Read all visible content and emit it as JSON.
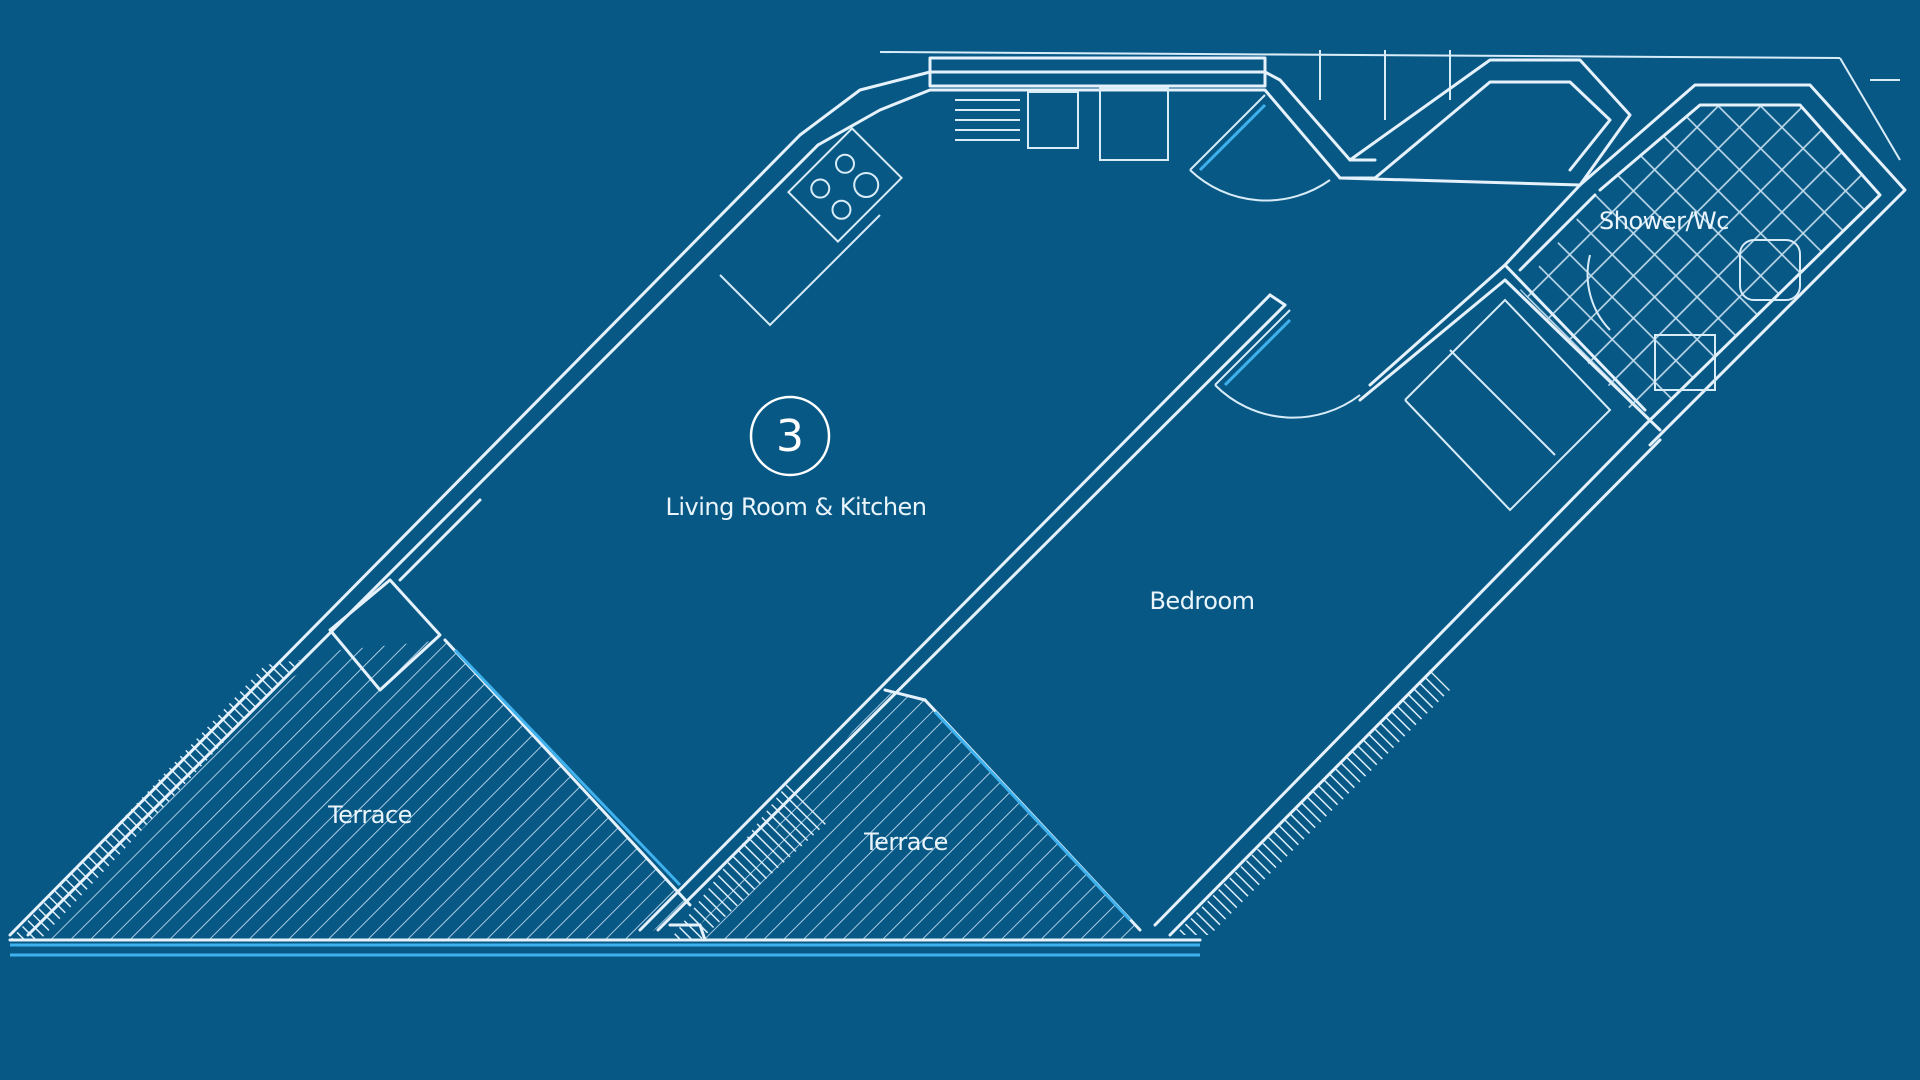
{
  "colors": {
    "background": "#085886",
    "line": "#e6f2fb",
    "accent": "#3fb2ee"
  },
  "plan": {
    "unit_number": "3",
    "rooms": {
      "living": "Living Room & Kitchen",
      "bedroom": "Bedroom",
      "shower": "Shower/Wc",
      "terrace_left": "Terrace",
      "terrace_right": "Terrace"
    }
  }
}
